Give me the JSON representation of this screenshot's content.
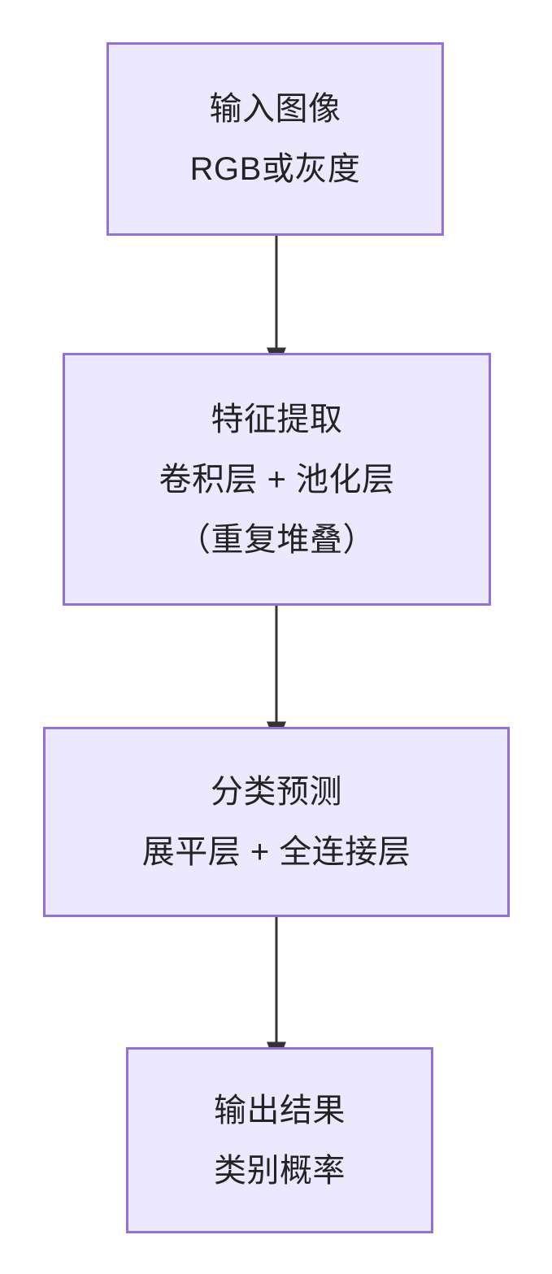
{
  "diagram": {
    "type": "flowchart",
    "orientation": "top-to-bottom",
    "background_color": "#ffffff",
    "node_fill_color": "#ece8fd",
    "node_border_color": "#9370db",
    "node_text_color": "#232323",
    "edge_color": "#333333",
    "nodes": [
      {
        "id": "input",
        "lines": [
          "输入图像",
          "RGB或灰度"
        ]
      },
      {
        "id": "feature",
        "lines": [
          "特征提取",
          "卷积层 + 池化层",
          "（重复堆叠）"
        ]
      },
      {
        "id": "classify",
        "lines": [
          "分类预测",
          "展平层 + 全连接层"
        ]
      },
      {
        "id": "output",
        "lines": [
          "输出结果",
          "类别概率"
        ]
      }
    ],
    "edges": [
      {
        "id": "edge-input-feature",
        "from": "input",
        "to": "feature",
        "label": ""
      },
      {
        "id": "edge-feature-classify",
        "from": "feature",
        "to": "classify",
        "label": ""
      },
      {
        "id": "edge-classify-output",
        "from": "classify",
        "to": "output",
        "label": ""
      }
    ]
  }
}
